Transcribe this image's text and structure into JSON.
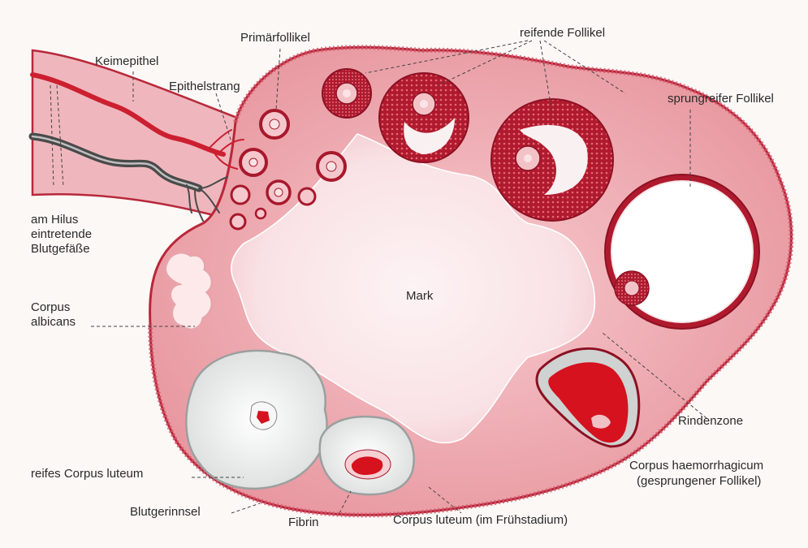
{
  "labels": {
    "keimepithel": "Keimepithel",
    "primaerfollikel": "Primärfollikel",
    "epithelstrang": "Epithelstrang",
    "reifende_follikel": "reifende Follikel",
    "sprungreifer_follikel": "sprungreifer Follikel",
    "hilus_line1": "am Hilus",
    "hilus_line2": "eintretende",
    "hilus_line3": "Blutgefäße",
    "corpus_albicans_line1": "Corpus",
    "corpus_albicans_line2": "albicans",
    "mark": "Mark",
    "rindenzone": "Rindenzone",
    "haemorrhagicum_line1": "Corpus haemorrhagicum",
    "haemorrhagicum_line2": "(gesprungener Follikel)",
    "reifes_corpus_luteum": "reifes Corpus luteum",
    "blutgerinnsel": "Blutgerinnsel",
    "fibrin": "Fibrin",
    "corpus_luteum_fruehstadium": "Corpus luteum (im Frühstadium)"
  },
  "colors": {
    "background": "#fbf8f6",
    "cortex": "#e79aa0",
    "cortex_edge": "#b8283a",
    "medulla": "#fbe9eb",
    "follicle_wall": "#a8182c",
    "blood": "#d5121e",
    "luteum": "#eef0ef",
    "vessel_dark": "#4a4a4a",
    "leader": "#444444"
  }
}
